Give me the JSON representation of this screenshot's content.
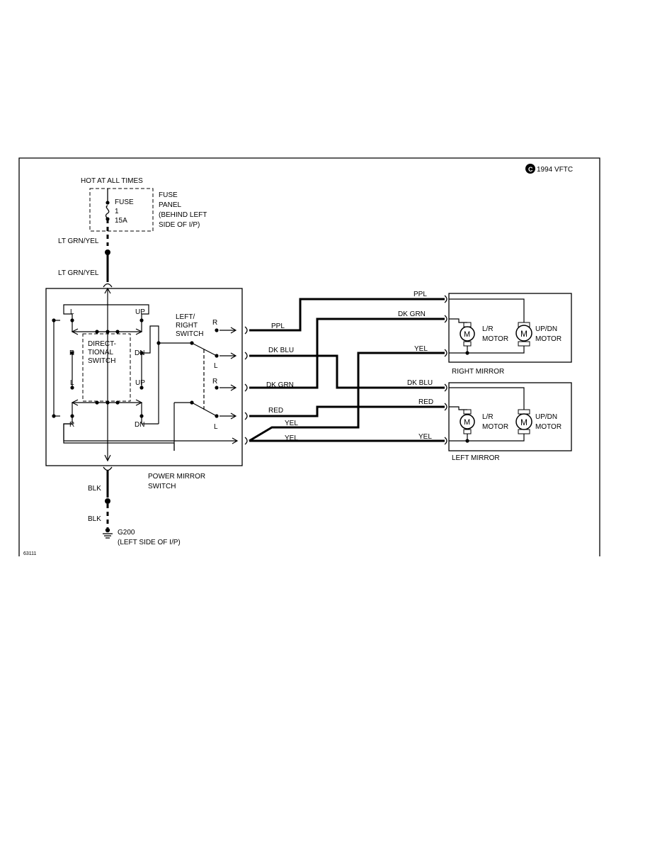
{
  "copyright": "1994 VFTC",
  "figure_id": "63111",
  "power": {
    "label": "HOT AT ALL TIMES"
  },
  "fuse": {
    "name": "FUSE",
    "number": "1",
    "rating": "15A",
    "location_line1": "FUSE",
    "location_line2": "PANEL",
    "location_line3": "(BEHIND LEFT",
    "location_line4": "SIDE OF I/P)"
  },
  "wires": {
    "feed_upper": "LT GRN/YEL",
    "feed_lower": "LT GRN/YEL",
    "ppl_switch": "PPL",
    "ppl_mirror": "PPL",
    "dkgrn_mirror": "DK GRN",
    "dkblu_switch": "DK BLU",
    "yel_right_mirror": "YEL",
    "dkgrn_switch": "DK GRN",
    "dkblu_mirror": "DK BLU",
    "red_switch": "RED",
    "red_mirror": "RED",
    "yel_cross": "YEL",
    "yel_left": "YEL",
    "yel_left_mirror": "YEL",
    "ground_upper": "BLK",
    "ground_lower": "BLK"
  },
  "directional_switch": {
    "line1": "DIRECT-",
    "line2": "TIONAL",
    "line3": "SWITCH",
    "terminals": {
      "l1": "L",
      "up1": "UP",
      "r1": "R",
      "dn1": "DN",
      "l2": "L",
      "up2": "UP",
      "r2": "R",
      "dn2": "DN"
    }
  },
  "lr_switch": {
    "line1": "LEFT/",
    "line2": "RIGHT",
    "line3": "SWITCH",
    "terminals": {
      "r1": "R",
      "l1": "L",
      "r2": "R",
      "l2": "L"
    }
  },
  "power_mirror_switch": {
    "line1": "POWER MIRROR",
    "line2": "SWITCH"
  },
  "right_mirror": {
    "label": "RIGHT MIRROR",
    "motor1_line1": "L/R",
    "motor1_line2": "MOTOR",
    "motor2_line1": "UP/DN",
    "motor2_line2": "MOTOR",
    "motor_symbol": "M"
  },
  "left_mirror": {
    "label": "LEFT MIRROR",
    "motor1_line1": "L/R",
    "motor1_line2": "MOTOR",
    "motor2_line1": "UP/DN",
    "motor2_line2": "MOTOR",
    "motor_symbol": "M"
  },
  "ground": {
    "name": "G200",
    "location": "(LEFT SIDE OF I/P)"
  }
}
